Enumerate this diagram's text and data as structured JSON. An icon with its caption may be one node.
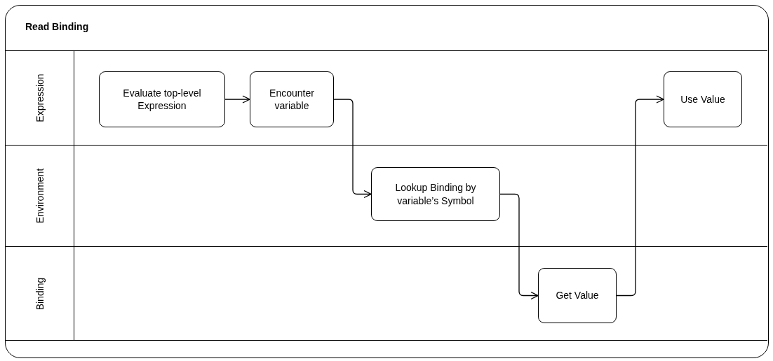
{
  "diagram": {
    "nodes": [
      {
        "text": [
          "Read Binding"
        ]
      },
      {
        "text": [
          "Expression"
        ],
        "in": 0
      },
      {
        "text": [
          "Environment"
        ],
        "in": 0
      },
      {
        "text": [
          "Binding"
        ],
        "in": 0
      },
      {
        "text": [
          "Evaluate top-level Expression"
        ],
        "in": 1
      },
      {
        "text": [
          "Encounter variable"
        ],
        "in": 1
      },
      {
        "text": [
          "Use Value"
        ],
        "in": 1
      },
      {
        "text": [
          "Lookup Binding by variable’s Symbol"
        ],
        "in": 2
      },
      {
        "text": [
          "Get Value"
        ],
        "in": 3
      }
    ],
    "edges": [
      {
        "from": 4,
        "to": 5,
        "arrow": "to"
      },
      {
        "from": 5,
        "to": 7,
        "arrow": "to"
      },
      {
        "from": 7,
        "to": 8,
        "arrow": "to"
      },
      {
        "from": 8,
        "to": 6,
        "arrow": "to"
      }
    ]
  }
}
